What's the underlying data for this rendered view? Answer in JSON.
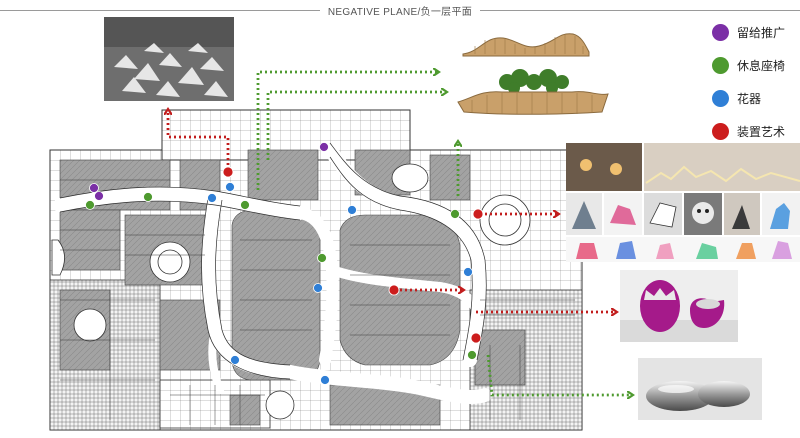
{
  "header": {
    "title": "NEGATIVE PLANE/负一层平面"
  },
  "legend": [
    {
      "label": "留给推广",
      "color": "#7b2fa6",
      "icon": "purple-dot-icon"
    },
    {
      "label": "休息座椅",
      "color": "#4e9a2f",
      "icon": "green-dot-icon"
    },
    {
      "label": "花器",
      "color": "#2f7fd6",
      "icon": "blue-dot-icon"
    },
    {
      "label": "装置艺术",
      "color": "#cc1d1d",
      "icon": "red-dot-icon"
    }
  ],
  "colors": {
    "green_arrow": "#4e9a2f",
    "red_arrow": "#c21d1d",
    "plan_fill": "#9e9e9e",
    "corridor": "#ffffff",
    "line": "#2b2b2b"
  }
}
